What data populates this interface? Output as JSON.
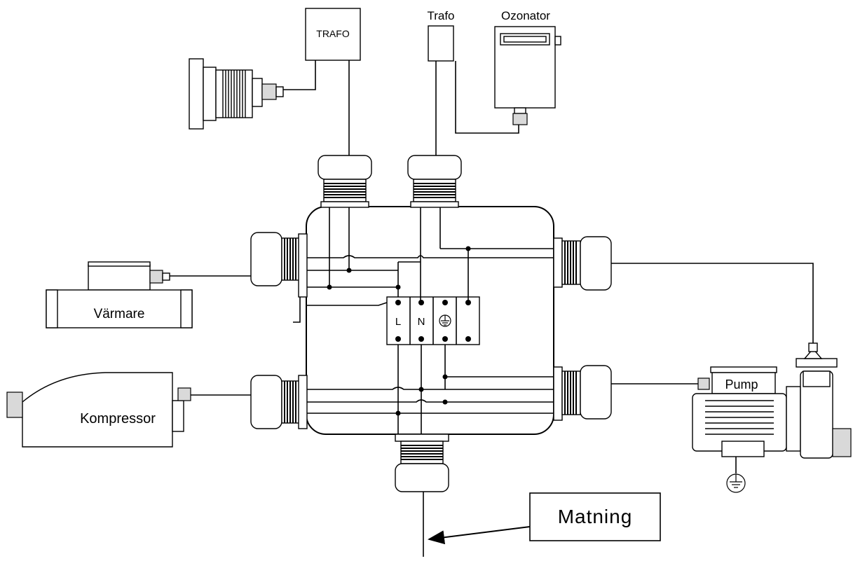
{
  "labels": {
    "trafo_top_left": "TRAFO",
    "trafo_top_right": "Trafo",
    "ozonator": "Ozonator",
    "heater": "Värmare",
    "compressor": "Kompressor",
    "pump": "Pump",
    "terminal_l": "L",
    "terminal_n": "N",
    "supply_callout": "Matning"
  }
}
